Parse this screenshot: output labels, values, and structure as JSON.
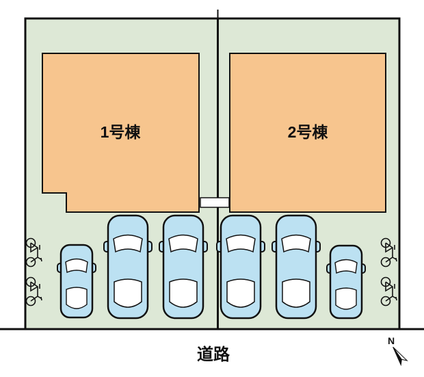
{
  "plan": {
    "building1_label": "1号棟",
    "building2_label": "2号棟",
    "road_label": "道路",
    "compass_label": "N"
  },
  "colors": {
    "background": "#ffffff",
    "plot_green": "#dde8d6",
    "building_orange": "#f7c58e",
    "car_blue": "#bce1f2",
    "car_window": "#ffffff",
    "outline": "#111111"
  },
  "icons": [
    {
      "name": "car-top-view-large-icon",
      "count": 4
    },
    {
      "name": "car-top-view-small-icon",
      "count": 2
    },
    {
      "name": "bicycle-icon",
      "count": 4
    },
    {
      "name": "compass-north-icon",
      "count": 1
    }
  ]
}
